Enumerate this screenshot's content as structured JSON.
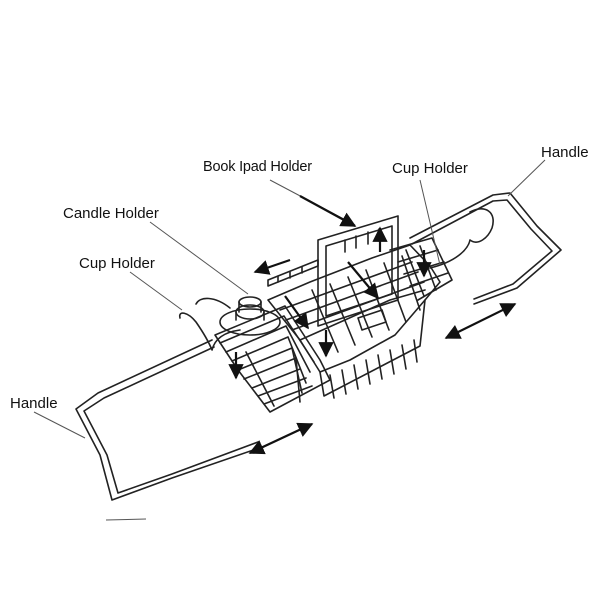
{
  "labels": {
    "book_ipad_holder": "Book Ipad Holder",
    "cup_holder_right": "Cup Holder",
    "handle_right": "Handle",
    "candle_holder": "Candle Holder",
    "cup_holder_left": "Cup Holder",
    "handle_left": "Handle"
  },
  "colors": {
    "line": "#222222",
    "leader": "#555555",
    "arrow": "#111111",
    "background": "#ffffff"
  }
}
